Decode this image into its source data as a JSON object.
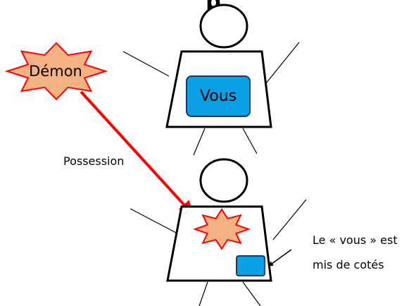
{
  "title_fragment": "p",
  "labels": {
    "demon": "Démon",
    "you": "Vous",
    "possession": "Possession",
    "note_line1": "Le « vous » est",
    "note_line2": "mis de cotés"
  },
  "colors": {
    "demon_fill": "#f4b183",
    "demon_stroke": "#ff0000",
    "you_fill": "#0aa0e6",
    "you_stroke": "#1f3864",
    "arrow": "#ff0000",
    "line": "#000000"
  }
}
